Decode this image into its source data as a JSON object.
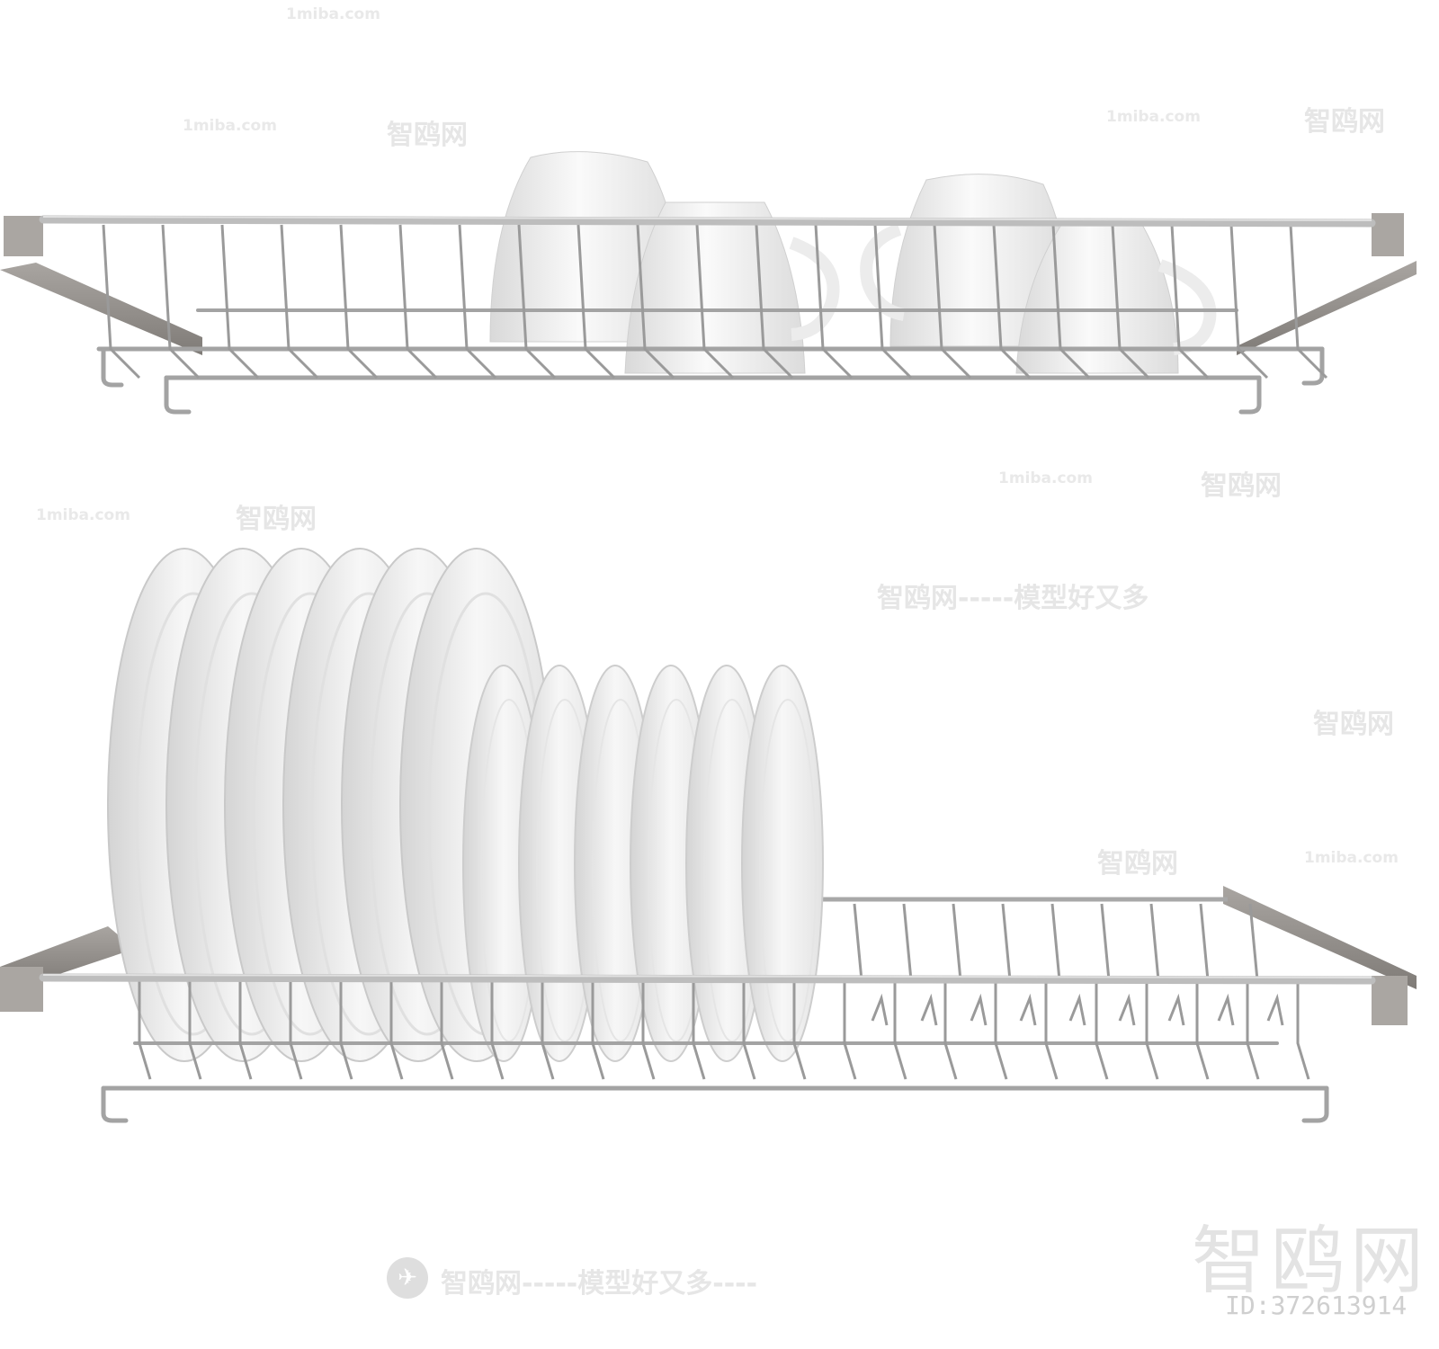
{
  "watermarks": {
    "site": "1miba.com",
    "brand": "智鸥网",
    "slogan": "智鸥网-----模型好又多",
    "bottom_slogan": "智鸥网-----模型好又多----",
    "id_text": "ID:372613914"
  },
  "colors": {
    "background": "#ffffff",
    "wire": "#9a9a9a",
    "bracket": "#8e8a86",
    "porcelain": "#f2f2f2"
  }
}
